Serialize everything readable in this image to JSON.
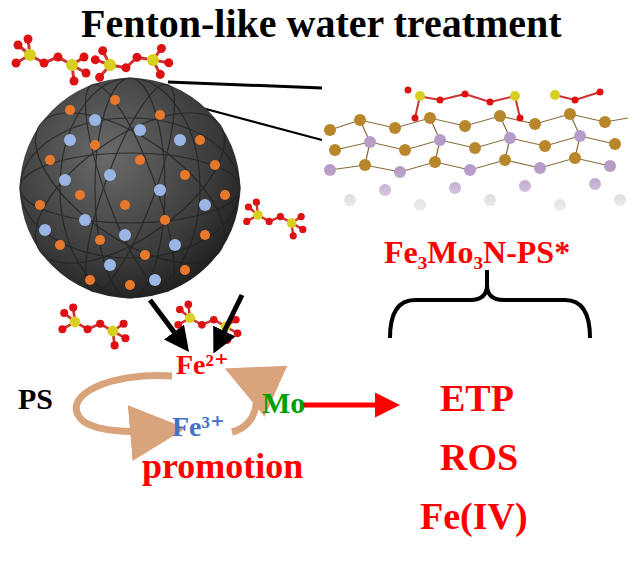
{
  "diagram": {
    "title": "Fenton-like water treatment",
    "nodes": [
      {
        "text": [
          "Fe₃Mo₃N-PS*"
        ]
      }
    ],
    "labels": [
      "PS",
      "Fe²⁺",
      "Mo",
      "Fe³⁺",
      "promotion",
      "ETP",
      "ROS",
      "Fe(IV)"
    ]
  }
}
